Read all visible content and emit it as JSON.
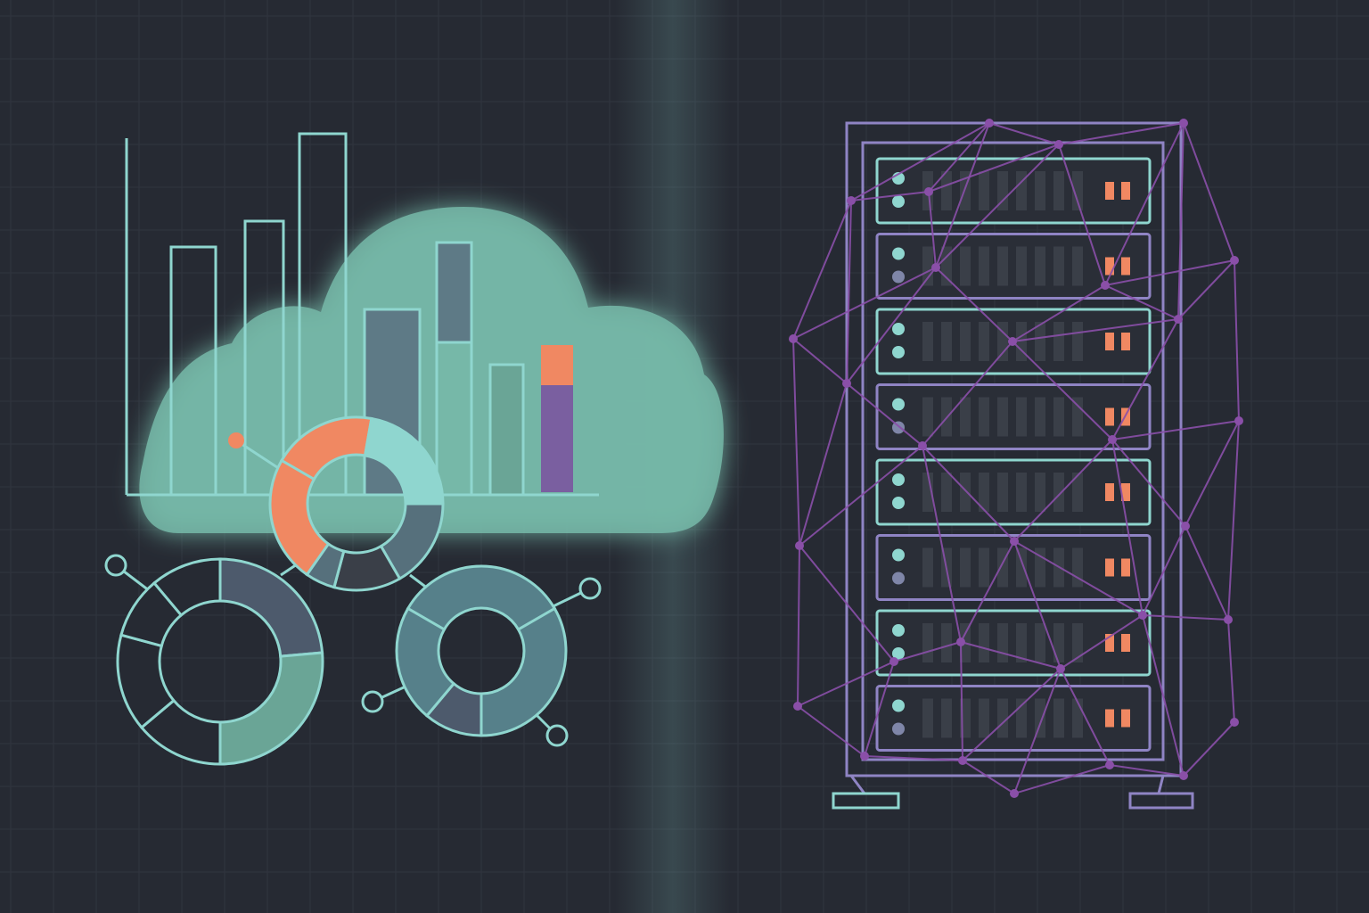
{
  "colors": {
    "background": "#262a33",
    "grid": "#30353f",
    "teal": "#8fd6cf",
    "cloud": "#76b8a8",
    "slate": "#56707c",
    "orange": "#f08862",
    "purple": "#7a5fa0",
    "mesh": "#8a4fa8",
    "rack": "#8f84c4",
    "slot": "#3a3f48"
  },
  "icons": {
    "left": "cloud-analytics-illustration",
    "divider": "glowing-divider-line",
    "right": "server-rack-mesh-illustration"
  },
  "rack": {
    "units": 8
  }
}
